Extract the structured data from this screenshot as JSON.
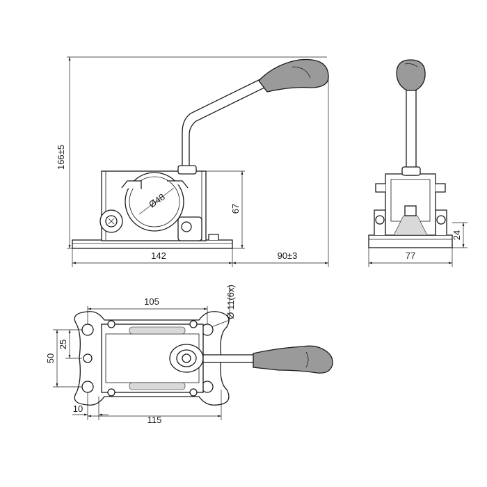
{
  "dimensions": {
    "height_total": "166±5",
    "base_width": "142",
    "handle_reach": "90±3",
    "clamp_height": "67",
    "clamp_diameter": "Ø48",
    "side_width": "77",
    "side_height": "24",
    "bolt_spacing_x": "105",
    "hole_diameter": "Ø 11(6x)",
    "bolt_spacing_y": "50",
    "half_spacing_y": "25",
    "edge_offset": "10",
    "plate_length": "115"
  }
}
